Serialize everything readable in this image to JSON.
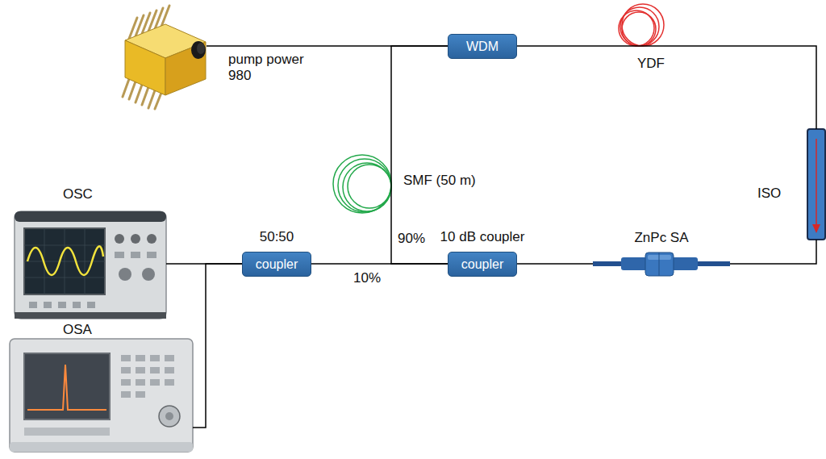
{
  "diagram": {
    "nodes": [
      {
        "text": [
          "pump power 980"
        ]
      },
      {
        "text": [
          "WDM"
        ]
      },
      {
        "text": [
          "YDF"
        ]
      },
      {
        "text": [
          "ISO"
        ]
      },
      {
        "text": [
          "ZnPc SA"
        ]
      },
      {
        "text": [
          "10 dB coupler",
          "coupler"
        ]
      },
      {
        "text": [
          "SMF (50 m)"
        ]
      },
      {
        "text": [
          "50:50",
          "coupler"
        ]
      },
      {
        "text": [
          "OSC"
        ]
      },
      {
        "text": [
          "OSA"
        ]
      }
    ],
    "edges": [
      {
        "from": 0,
        "to": 1,
        "arrow": "none"
      },
      {
        "from": 1,
        "to": 2,
        "arrow": "none"
      },
      {
        "from": 2,
        "to": 3,
        "arrow": "none"
      },
      {
        "from": 3,
        "to": 4,
        "arrow": "none"
      },
      {
        "from": 4,
        "to": 5,
        "arrow": "none"
      },
      {
        "from": 5,
        "to": 6,
        "label": "90%",
        "arrow": "none"
      },
      {
        "from": 6,
        "to": 1,
        "arrow": "none"
      },
      {
        "from": 5,
        "to": 7,
        "label": "10%",
        "arrow": "none"
      },
      {
        "from": 7,
        "to": 8,
        "arrow": "none"
      },
      {
        "from": 7,
        "to": 9,
        "arrow": "none"
      }
    ]
  }
}
